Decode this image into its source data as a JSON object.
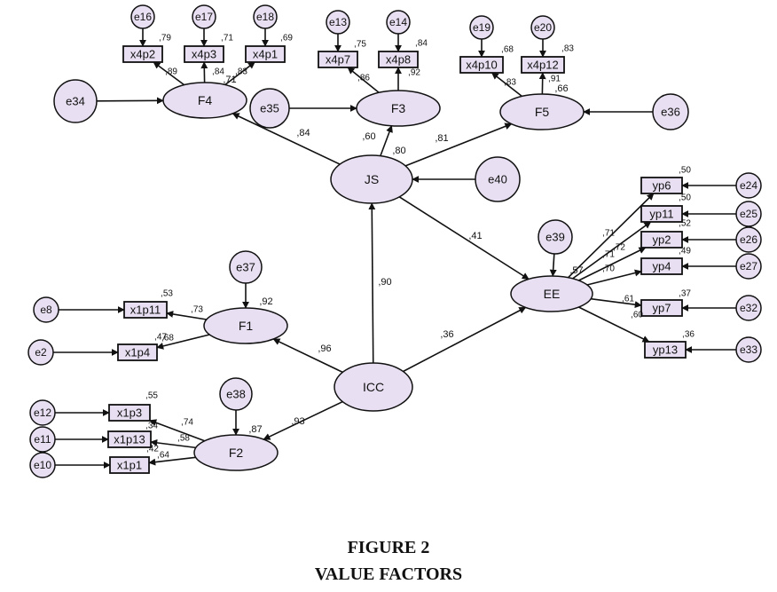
{
  "figure": {
    "number": "FIGURE 2",
    "title": "VALUE FACTORS"
  },
  "colors": {
    "node_fill": "#e8e0f2",
    "stroke": "#111111"
  },
  "latents": [
    {
      "id": "F4",
      "label": "F4"
    },
    {
      "id": "F3",
      "label": "F3"
    },
    {
      "id": "F5",
      "label": "F5"
    },
    {
      "id": "JS",
      "label": "JS"
    },
    {
      "id": "EE",
      "label": "EE"
    },
    {
      "id": "F1",
      "label": "F1"
    },
    {
      "id": "ICC",
      "label": "ICC"
    },
    {
      "id": "F2",
      "label": "F2"
    }
  ],
  "indicators": [
    {
      "id": "x4p2",
      "label": "x4p2",
      "r2": ",79"
    },
    {
      "id": "x4p3",
      "label": "x4p3",
      "r2": ",71"
    },
    {
      "id": "x4p1",
      "label": "x4p1",
      "r2": ",69"
    },
    {
      "id": "x4p7",
      "label": "x4p7",
      "r2": ",75"
    },
    {
      "id": "x4p8",
      "label": "x4p8",
      "r2": ",84"
    },
    {
      "id": "x4p10",
      "label": "x4p10",
      "r2": ",68"
    },
    {
      "id": "x4p12",
      "label": "x4p12",
      "r2": ",83"
    },
    {
      "id": "yp6",
      "label": "yp6",
      "r2": ",50"
    },
    {
      "id": "yp11",
      "label": "yp11",
      "r2": ",50"
    },
    {
      "id": "yp2",
      "label": "yp2",
      "r2": ",52"
    },
    {
      "id": "yp4",
      "label": "yp4",
      "r2": ",49"
    },
    {
      "id": "yp7",
      "label": "yp7",
      "r2": ",37"
    },
    {
      "id": "yp13",
      "label": "yp13",
      "r2": ",36"
    },
    {
      "id": "x1p11",
      "label": "x1p11",
      "r2": ",53"
    },
    {
      "id": "x1p4",
      "label": "x1p4",
      "r2": ",47"
    },
    {
      "id": "x1p3",
      "label": "x1p3",
      "r2": ",55"
    },
    {
      "id": "x1p13",
      "label": "x1p13",
      "r2": ",34"
    },
    {
      "id": "x1p1",
      "label": "x1p1",
      "r2": ",42"
    }
  ],
  "errors": [
    "e16",
    "e17",
    "e18",
    "e13",
    "e14",
    "e19",
    "e20",
    "e34",
    "e35",
    "e36",
    "e40",
    "e39",
    "e24",
    "e25",
    "e26",
    "e27",
    "e32",
    "e33",
    "e37",
    "e8",
    "e2",
    "e38",
    "e12",
    "e11",
    "e10"
  ],
  "structural_paths": [
    {
      "from": "ICC",
      "to": "JS",
      "coef": ",90"
    },
    {
      "from": "ICC",
      "to": "EE",
      "coef": ",36"
    },
    {
      "from": "ICC",
      "to": "F1",
      "coef": ",96"
    },
    {
      "from": "ICC",
      "to": "F2",
      "coef": ",93"
    },
    {
      "from": "JS",
      "to": "EE",
      "coef": ",41"
    },
    {
      "from": "JS",
      "to": "F4",
      "coef": ",84"
    },
    {
      "from": "JS",
      "to": "F3",
      "coef": ",80"
    },
    {
      "from": "JS",
      "to": "F5",
      "coef": ",81"
    }
  ],
  "latent_r2": [
    {
      "id": "F4",
      "value": ",71"
    },
    {
      "id": "F3",
      "value": ",60"
    },
    {
      "id": "F5",
      "value": ",66"
    },
    {
      "id": "F1",
      "value": ",92"
    },
    {
      "id": "F2",
      "value": ",87"
    },
    {
      "id": "EE",
      "value": ",57"
    }
  ],
  "loadings": [
    {
      "latent": "F4",
      "indicator": "x4p2",
      "value": ",89"
    },
    {
      "latent": "F4",
      "indicator": "x4p3",
      "value": ",84"
    },
    {
      "latent": "F4",
      "indicator": "x4p1",
      "value": ",83"
    },
    {
      "latent": "F3",
      "indicator": "x4p7",
      "value": ",86"
    },
    {
      "latent": "F3",
      "indicator": "x4p8",
      "value": ",92"
    },
    {
      "latent": "F5",
      "indicator": "x4p10",
      "value": ",83"
    },
    {
      "latent": "F5",
      "indicator": "x4p12",
      "value": ",91"
    },
    {
      "latent": "EE",
      "indicator": "yp6",
      "value": ",71"
    },
    {
      "latent": "EE",
      "indicator": "yp11",
      "value": ",71"
    },
    {
      "latent": "EE",
      "indicator": "yp2",
      "value": ",72"
    },
    {
      "latent": "EE",
      "indicator": "yp4",
      "value": ",70"
    },
    {
      "latent": "EE",
      "indicator": "yp7",
      "value": ",61"
    },
    {
      "latent": "EE",
      "indicator": "yp13",
      "value": ",60"
    },
    {
      "latent": "F1",
      "indicator": "x1p11",
      "value": ",73"
    },
    {
      "latent": "F1",
      "indicator": "x1p4",
      "value": ",68"
    },
    {
      "latent": "F2",
      "indicator": "x1p3",
      "value": ",74"
    },
    {
      "latent": "F2",
      "indicator": "x1p13",
      "value": ",58"
    },
    {
      "latent": "F2",
      "indicator": "x1p1",
      "value": ",64"
    }
  ]
}
